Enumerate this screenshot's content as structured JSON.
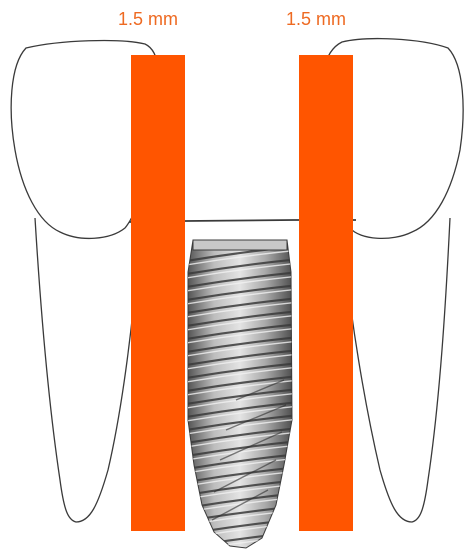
{
  "labels": {
    "left_width": "1.5 mm",
    "right_width": "1.5 mm"
  },
  "colors": {
    "spacing_band": "#ff5500",
    "label_text": "#ee6a22",
    "tooth_outline": "#3a3a3a",
    "implant_light": "#d6d6d6",
    "implant_mid": "#9a9a9a",
    "implant_dark": "#4a4a4a"
  },
  "icons": {
    "left_tooth": "tooth-outline",
    "right_tooth": "tooth-outline",
    "implant": "dental-implant-screw"
  }
}
